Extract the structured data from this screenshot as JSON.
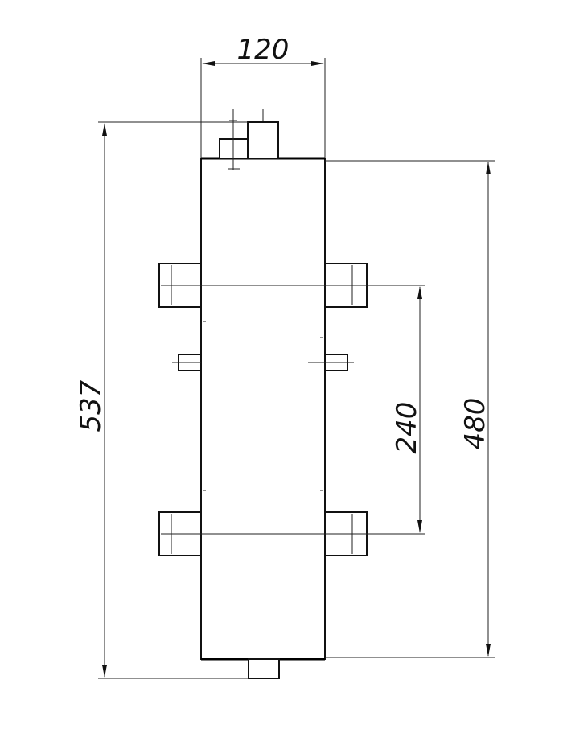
{
  "drawing": {
    "dimensions": {
      "width_label": "120",
      "overall_height_label": "537",
      "spacing_label": "240",
      "body_height_label": "480"
    },
    "colors": {
      "line": "#111111",
      "background": "#ffffff"
    }
  }
}
